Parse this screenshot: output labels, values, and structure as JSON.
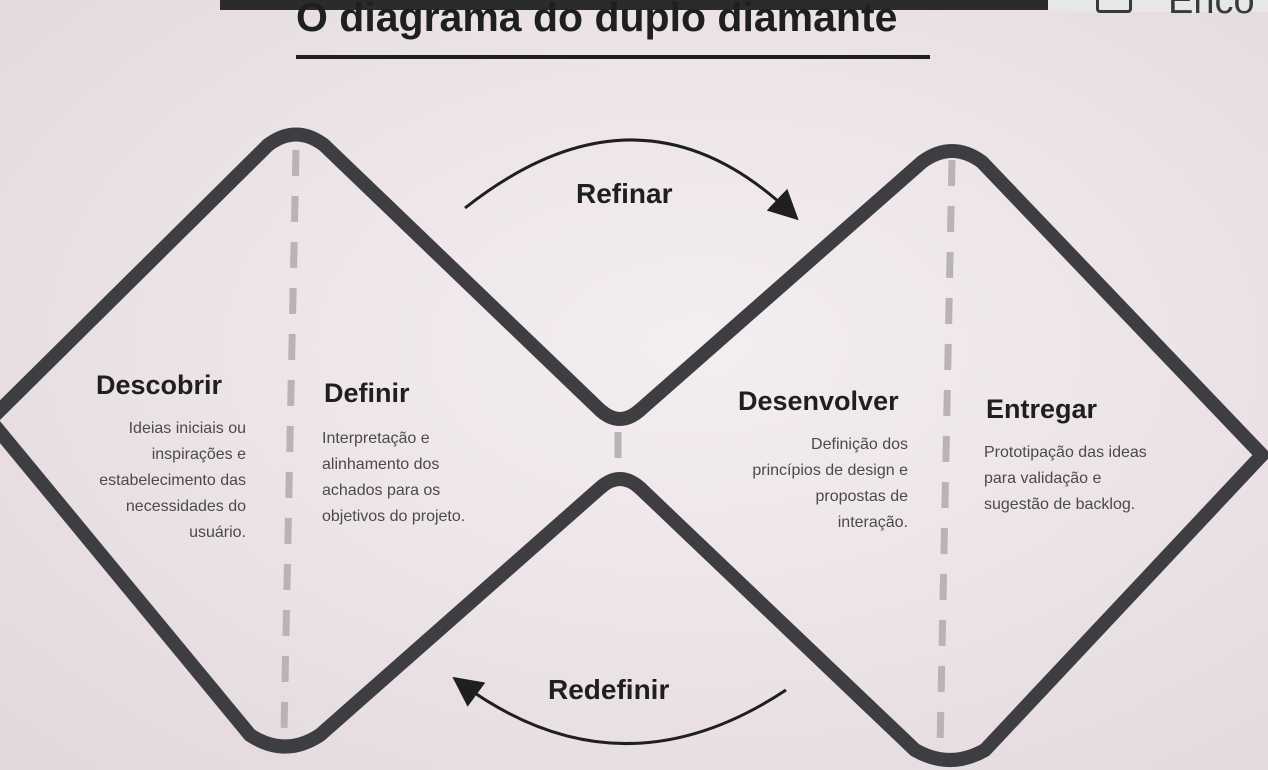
{
  "title": "O diagrama do duplo diamante",
  "corner_fragment": "Enco",
  "phases": [
    {
      "heading": "Descobrir",
      "description": [
        "Ideias iniciais ou",
        "inspirações e",
        "estabelecimento das",
        "necessidades do",
        "usuário."
      ]
    },
    {
      "heading": "Definir",
      "description": [
        "Interpretação e",
        "alinhamento dos",
        "achados para os",
        "objetivos do projeto."
      ]
    },
    {
      "heading": "Desenvolver",
      "description": [
        "Definição dos",
        "princípios de design e",
        "propostas de",
        "interação."
      ]
    },
    {
      "heading": "Entregar",
      "description": [
        "Prototipação das ideas",
        "para validação e",
        "sugestão de backlog."
      ]
    }
  ],
  "arrows": {
    "top": "Refinar",
    "bottom": "Redefinir"
  },
  "colors": {
    "outline": "#3d3d42",
    "dash": "#b9b3b6",
    "text": "#1f1f1f"
  }
}
